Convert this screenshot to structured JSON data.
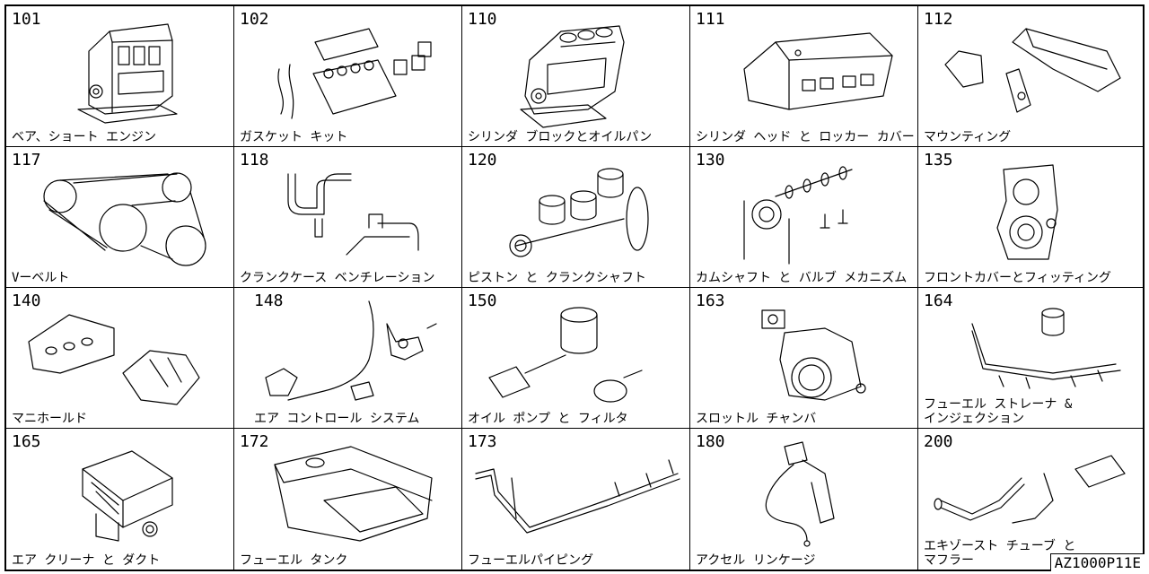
{
  "cells": [
    {
      "code": "101",
      "label": "ベア、ショート エンジン",
      "icon": "engine-block-icon"
    },
    {
      "code": "102",
      "label": "ガスケット キット",
      "icon": "gasket-kit-icon"
    },
    {
      "code": "110",
      "label": "シリンダ ブロックとオイルパン",
      "icon": "cylinder-block-icon"
    },
    {
      "code": "111",
      "label": "シリンダ ヘッド と ロッカー カバー",
      "icon": "cylinder-head-icon"
    },
    {
      "code": "112",
      "label": "マウンティング",
      "icon": "mounting-icon"
    },
    {
      "code": "117",
      "label": "Vーベルト",
      "icon": "v-belt-icon"
    },
    {
      "code": "118",
      "label": "クランクケース ベンチレーション",
      "icon": "crankcase-hose-icon"
    },
    {
      "code": "120",
      "label": "ピストン と クランクシャフト",
      "icon": "piston-crankshaft-icon"
    },
    {
      "code": "130",
      "label": "カムシャフト と バルブ メカニズム",
      "icon": "camshaft-icon"
    },
    {
      "code": "135",
      "label": "フロントカバーとフィッティング",
      "icon": "front-cover-icon"
    },
    {
      "code": "140",
      "label": "マニホールド",
      "icon": "manifold-icon"
    },
    {
      "code": "148",
      "label": "エア コントロール システム",
      "icon": "air-control-icon"
    },
    {
      "code": "150",
      "label": "オイル ポンプ と フィルタ",
      "icon": "oil-pump-filter-icon"
    },
    {
      "code": "163",
      "label": "スロットル チャンバ",
      "icon": "throttle-chamber-icon"
    },
    {
      "code": "164",
      "label": "フューエル ストレーナ &\nインジェクション",
      "icon": "fuel-injection-icon"
    },
    {
      "code": "165",
      "label": "エア クリーナ と ダクト",
      "icon": "air-cleaner-icon"
    },
    {
      "code": "172",
      "label": "フューエル タンク",
      "icon": "fuel-tank-icon"
    },
    {
      "code": "173",
      "label": "フューエルパイピング",
      "icon": "fuel-piping-icon"
    },
    {
      "code": "180",
      "label": "アクセル リンケージ",
      "icon": "accelerator-linkage-icon"
    },
    {
      "code": "200",
      "label": "エキゾースト チューブ と\nマフラー",
      "icon": "exhaust-muffler-icon"
    }
  ],
  "reference": "AZ1000P11E"
}
